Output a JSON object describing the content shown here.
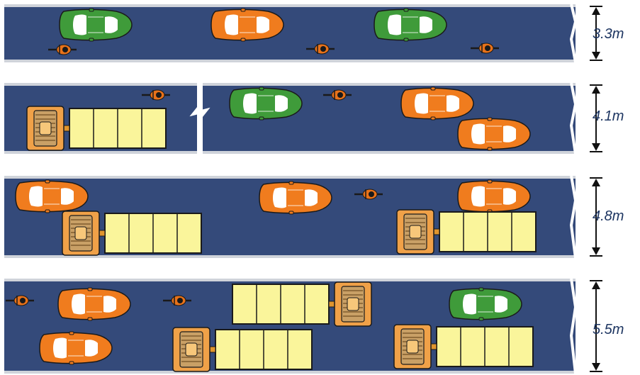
{
  "colors": {
    "road": "#344a7a",
    "edge_line": "#cfd3da",
    "green_car": "#3f9b3a",
    "orange_car": "#f07c1e",
    "trailer": "#faf59b",
    "cyclist": "#e8721a",
    "arrow": "#111111",
    "label_text": "#1d3561"
  },
  "lanes": [
    {
      "width_label": "3.3m",
      "vehicles": [
        {
          "type": "car",
          "color": "green"
        },
        {
          "type": "car",
          "color": "orange"
        },
        {
          "type": "car",
          "color": "green"
        },
        {
          "type": "bicycle"
        },
        {
          "type": "bicycle"
        },
        {
          "type": "bicycle"
        }
      ]
    },
    {
      "width_label": "4.1m",
      "note": "lane break marker between left and right sections",
      "vehicles": [
        {
          "type": "truck"
        },
        {
          "type": "bicycle"
        },
        {
          "type": "car",
          "color": "green"
        },
        {
          "type": "bicycle"
        },
        {
          "type": "car",
          "color": "orange"
        },
        {
          "type": "car",
          "color": "orange"
        }
      ]
    },
    {
      "width_label": "4.8m",
      "vehicles": [
        {
          "type": "car",
          "color": "orange"
        },
        {
          "type": "truck"
        },
        {
          "type": "car",
          "color": "orange"
        },
        {
          "type": "bicycle"
        },
        {
          "type": "car",
          "color": "orange"
        },
        {
          "type": "truck"
        }
      ]
    },
    {
      "width_label": "5.5m",
      "vehicles": [
        {
          "type": "bicycle"
        },
        {
          "type": "car",
          "color": "orange"
        },
        {
          "type": "car",
          "color": "orange"
        },
        {
          "type": "bicycle"
        },
        {
          "type": "truck"
        },
        {
          "type": "truck"
        },
        {
          "type": "car",
          "color": "green"
        },
        {
          "type": "truck"
        }
      ]
    }
  ]
}
